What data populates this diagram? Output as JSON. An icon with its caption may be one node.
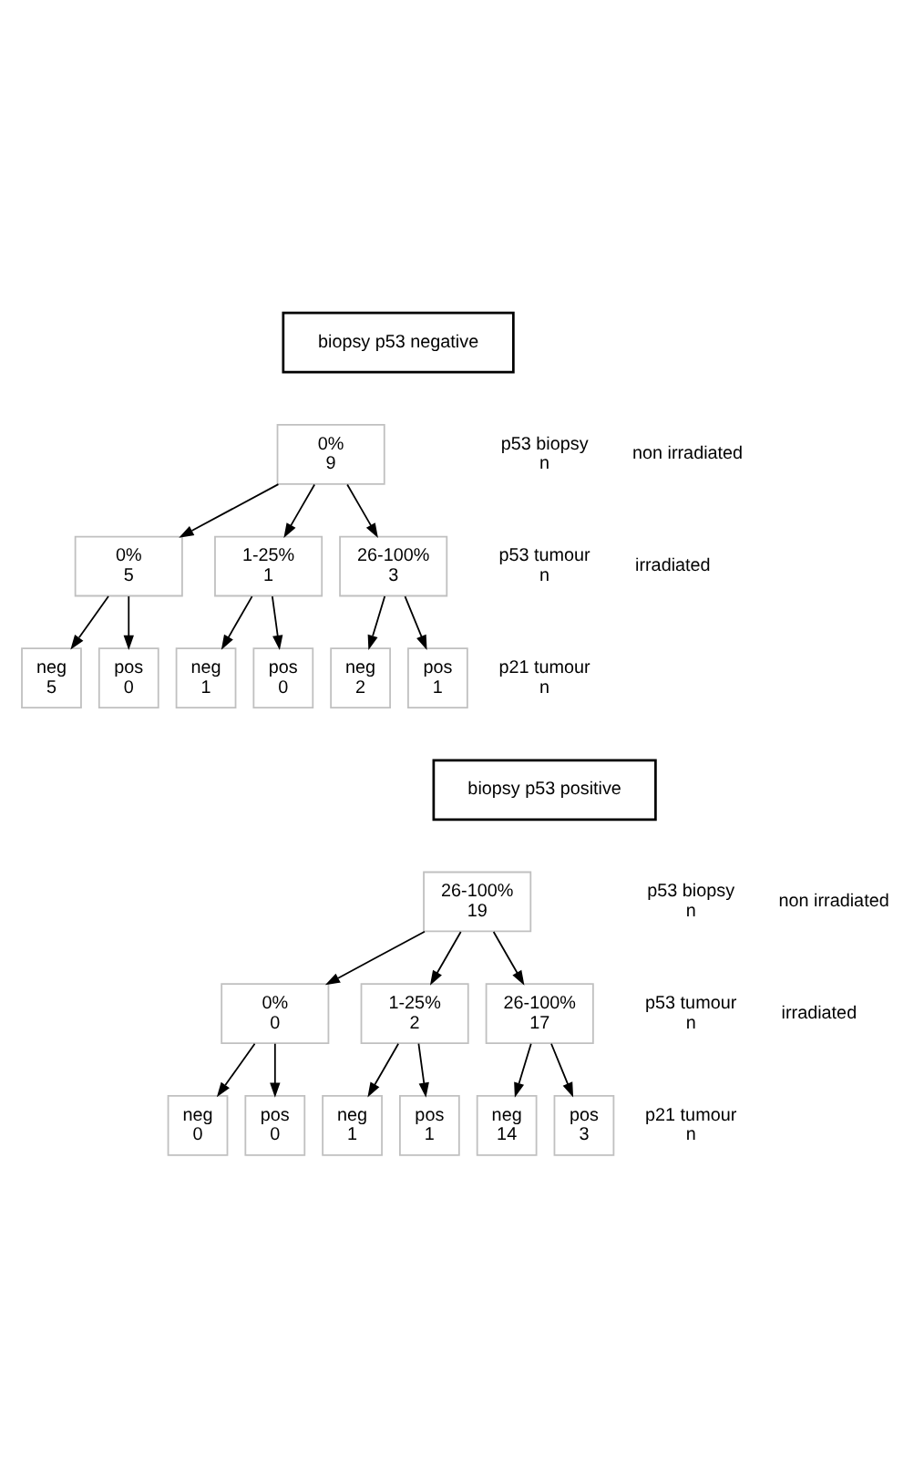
{
  "diagram": {
    "nodes": [
      {
        "text": [
          "biopsy p53 negative"
        ]
      },
      {
        "text": [
          "0%",
          "9"
        ]
      },
      {
        "text": [
          "0%",
          "5"
        ]
      },
      {
        "text": [
          "1-25%",
          "1"
        ]
      },
      {
        "text": [
          "26-100%",
          "3"
        ]
      },
      {
        "text": [
          "neg",
          "5"
        ]
      },
      {
        "text": [
          "pos",
          "0"
        ]
      },
      {
        "text": [
          "neg",
          "1"
        ]
      },
      {
        "text": [
          "pos",
          "0"
        ]
      },
      {
        "text": [
          "neg",
          "2"
        ]
      },
      {
        "text": [
          "pos",
          "1"
        ]
      },
      {
        "text": [
          "biopsy p53 positive"
        ]
      },
      {
        "text": [
          "26-100%",
          "19"
        ]
      },
      {
        "text": [
          "0%",
          "0"
        ]
      },
      {
        "text": [
          "1-25%",
          "2"
        ]
      },
      {
        "text": [
          "26-100%",
          "17"
        ]
      },
      {
        "text": [
          "neg",
          "0"
        ]
      },
      {
        "text": [
          "pos",
          "0"
        ]
      },
      {
        "text": [
          "neg",
          "1"
        ]
      },
      {
        "text": [
          "pos",
          "1"
        ]
      },
      {
        "text": [
          "neg",
          "14"
        ]
      },
      {
        "text": [
          "pos",
          "3"
        ]
      }
    ],
    "edges": [
      {
        "from": 1,
        "to": 2,
        "arrow": "to"
      },
      {
        "from": 1,
        "to": 3,
        "arrow": "to"
      },
      {
        "from": 1,
        "to": 4,
        "arrow": "to"
      },
      {
        "from": 2,
        "to": 5,
        "arrow": "to"
      },
      {
        "from": 2,
        "to": 6,
        "arrow": "to"
      },
      {
        "from": 3,
        "to": 7,
        "arrow": "to"
      },
      {
        "from": 3,
        "to": 8,
        "arrow": "to"
      },
      {
        "from": 4,
        "to": 9,
        "arrow": "to"
      },
      {
        "from": 4,
        "to": 10,
        "arrow": "to"
      },
      {
        "from": 12,
        "to": 13,
        "arrow": "to"
      },
      {
        "from": 12,
        "to": 14,
        "arrow": "to"
      },
      {
        "from": 12,
        "to": 15,
        "arrow": "to"
      },
      {
        "from": 13,
        "to": 16,
        "arrow": "to"
      },
      {
        "from": 13,
        "to": 17,
        "arrow": "to"
      },
      {
        "from": 14,
        "to": 18,
        "arrow": "to"
      },
      {
        "from": 14,
        "to": 19,
        "arrow": "to"
      },
      {
        "from": 15,
        "to": 20,
        "arrow": "to"
      },
      {
        "from": 15,
        "to": 21,
        "arrow": "to"
      }
    ],
    "labels": [
      "p53 biopsy",
      "non irradiated",
      "n",
      "p53 tumour",
      "irradiated",
      "n",
      "p21 tumour",
      "n",
      "p53 biopsy",
      "non irradiated",
      "n",
      "p53 tumour",
      "irradiated",
      "n",
      "p21 tumour",
      "n"
    ]
  }
}
